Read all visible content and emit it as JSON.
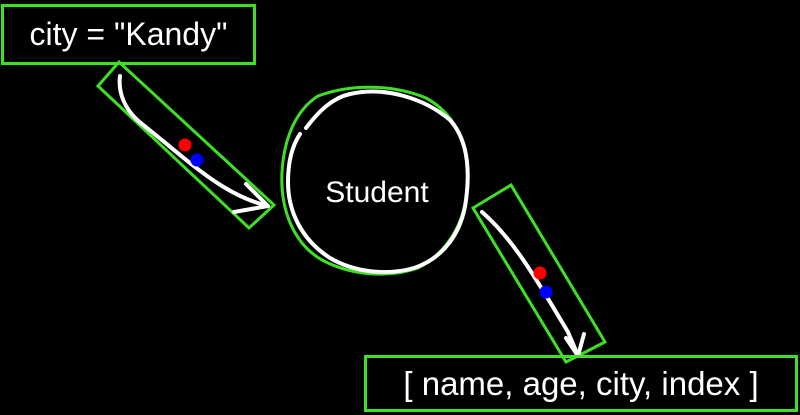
{
  "colors": {
    "background": "#000000",
    "box_outline": "#3ee023",
    "stroke": "#ffffff",
    "marker_red": "#ff0000",
    "marker_blue": "#0000ff"
  },
  "input_label": "city = \"Kandy\"",
  "node_label": "Student",
  "output_label": "[ name, age, city, index ]",
  "arrows": [
    {
      "from": "input-label",
      "to": "student-node",
      "markers": [
        "red-dot",
        "blue-dot"
      ]
    },
    {
      "from": "student-node",
      "to": "output-label",
      "markers": [
        "red-dot",
        "blue-dot"
      ]
    }
  ]
}
